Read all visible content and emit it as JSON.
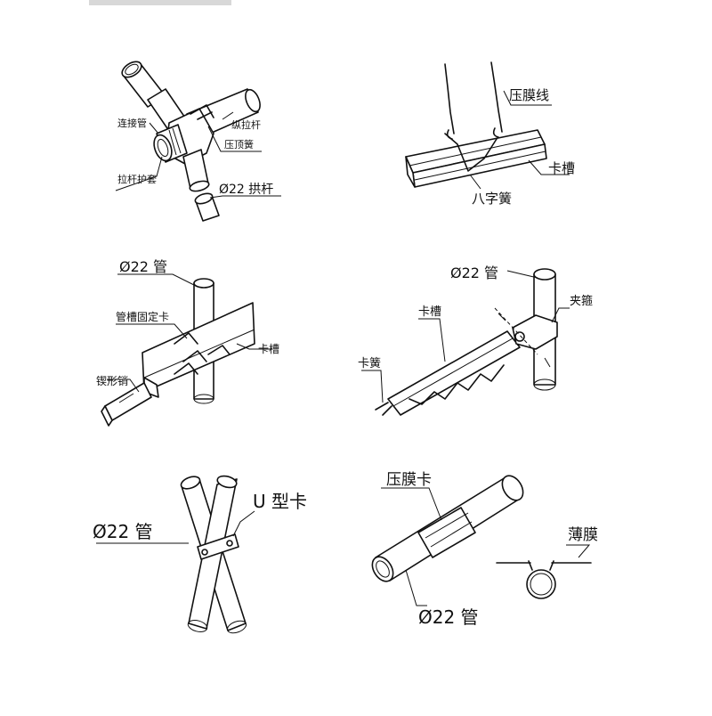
{
  "panels": {
    "connector": {
      "labels": {
        "connector_pipe": "连接管",
        "longitudinal_rod": "纵拉杆",
        "spring_top": "压顶簧",
        "rod_sleeve": "拉杆护套",
        "arch_rod": "Ø22 拱杆"
      }
    },
    "film_line": {
      "labels": {
        "film_line": "压膜线",
        "slot": "卡槽",
        "zigzag_spring": "八字簧"
      }
    },
    "slot_clip": {
      "labels": {
        "pipe": "Ø22 管",
        "slot_clip": "管槽固定卡",
        "slot": "卡槽",
        "wedge_pin": "锲形销"
      }
    },
    "hoop": {
      "labels": {
        "pipe": "Ø22 管",
        "hoop": "夹箍",
        "slot": "卡槽",
        "spring": "卡簧"
      }
    },
    "u_clip": {
      "labels": {
        "pipe": "Ø22 管",
        "u_clip": "U 型卡"
      }
    },
    "film_clip": {
      "labels": {
        "film_clip": "压膜卡",
        "film": "薄膜",
        "pipe": "Ø22 管"
      }
    }
  }
}
